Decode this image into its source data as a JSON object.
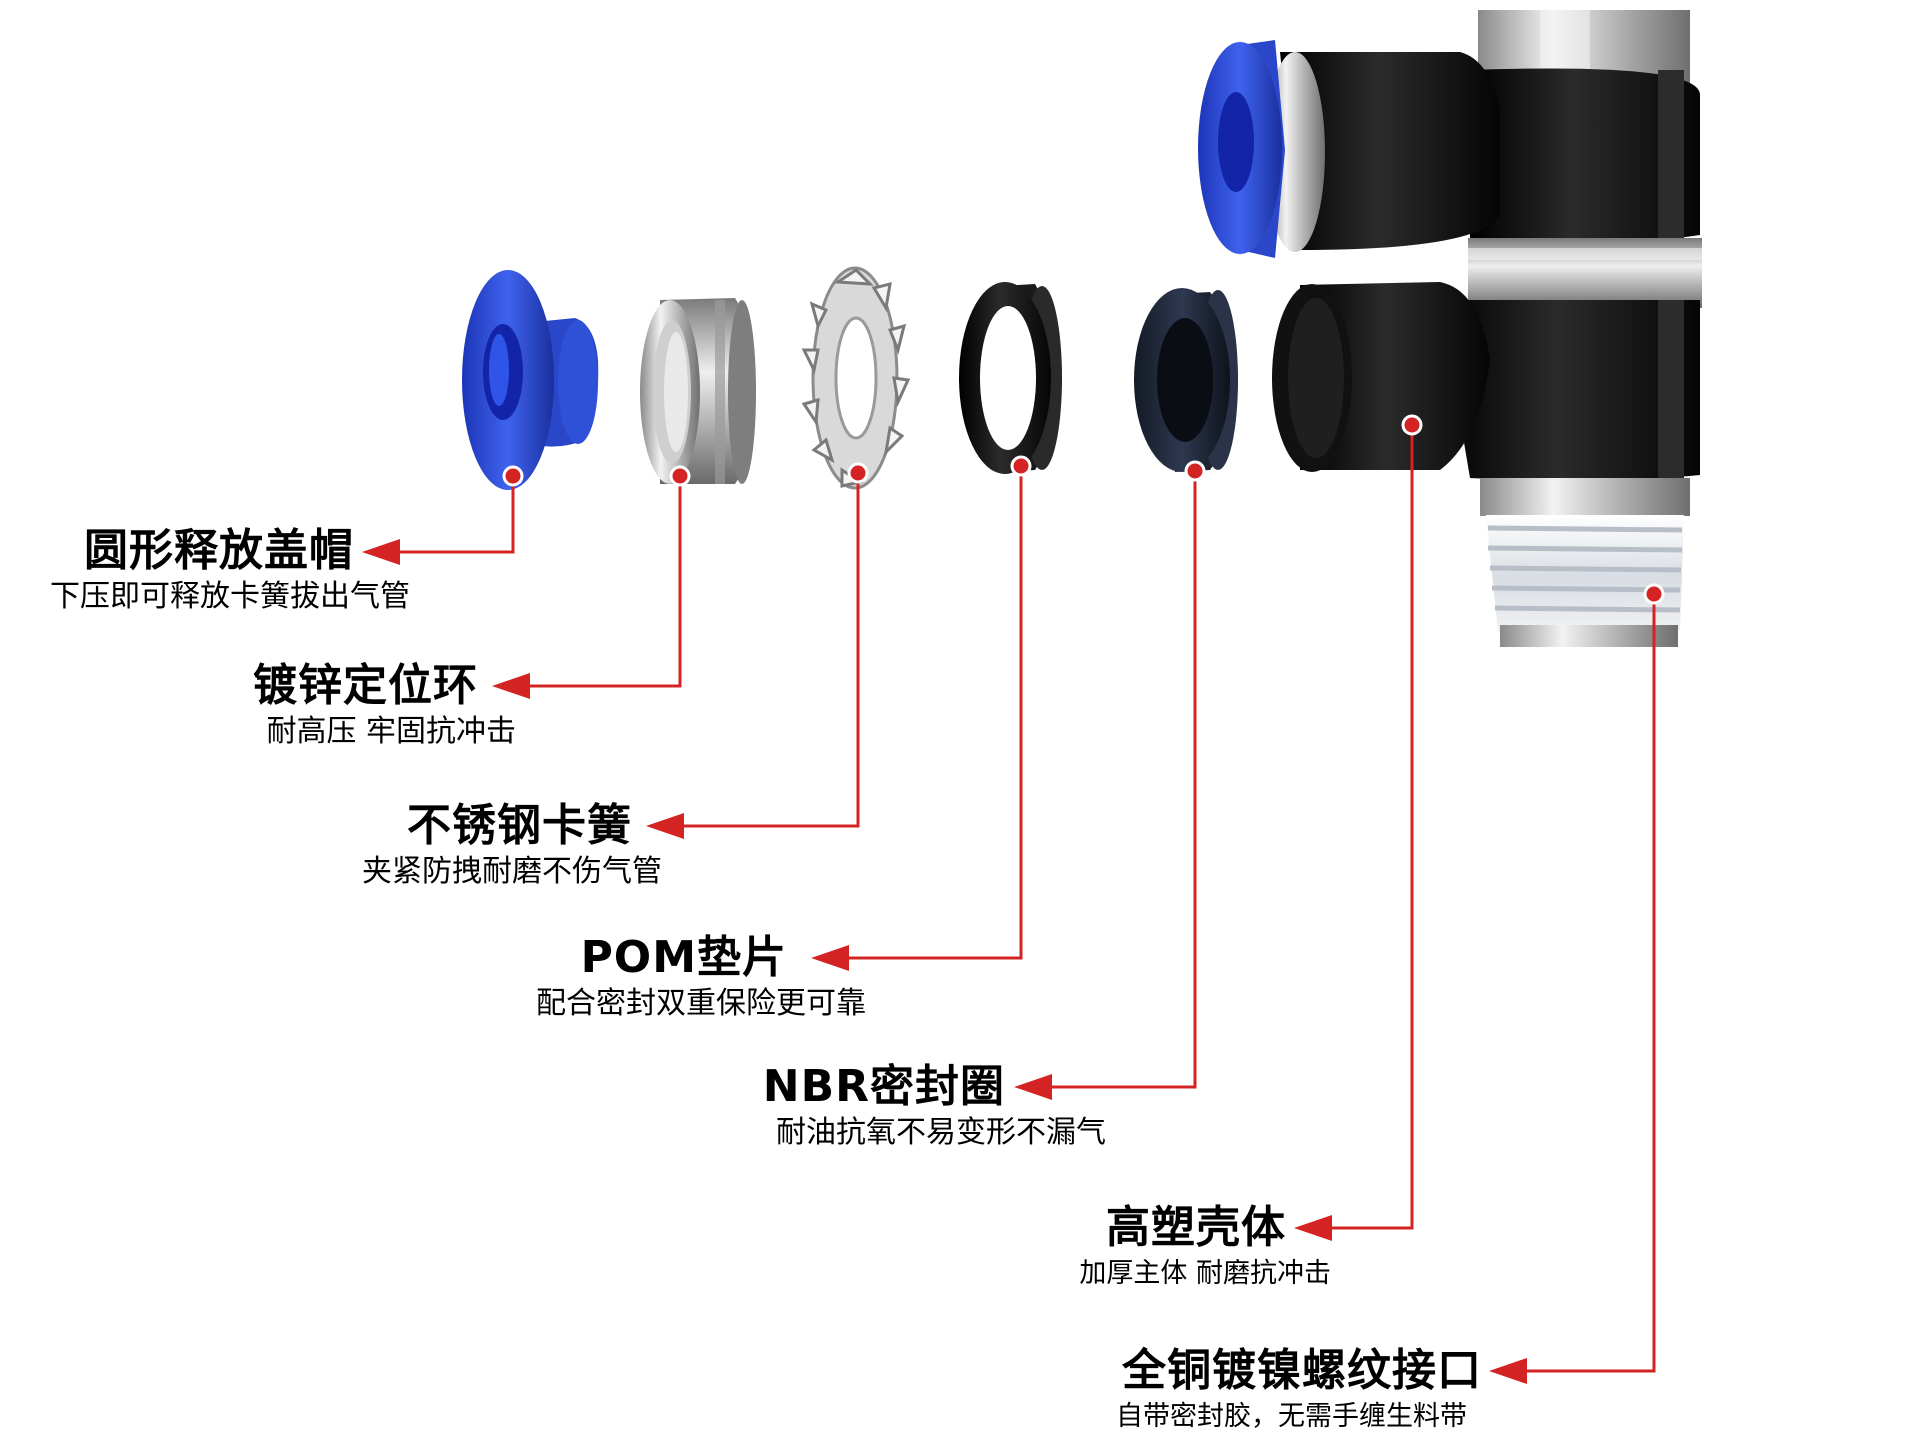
{
  "callouts": [
    {
      "title": "圆形释放盖帽",
      "desc": "下压即可释放卡簧拔出气管"
    },
    {
      "title": "镀锌定位环",
      "desc": "耐高压 牢固抗冲击"
    },
    {
      "title": "不锈钢卡簧",
      "desc": "夹紧防拽耐磨不伤气管"
    },
    {
      "title": "POM垫片",
      "desc": "配合密封双重保险更可靠"
    },
    {
      "title": "NBR密封圈",
      "desc": "耐油抗氧不易变形不漏气"
    },
    {
      "title": "高塑壳体",
      "desc": "加厚主体 耐磨抗冲击"
    },
    {
      "title": "全铜镀镍螺纹接口",
      "desc": "自带密封胶，无需手缠生料带"
    }
  ],
  "colors": {
    "leader_line": "#d42323",
    "release_cap": "#2f4fd6",
    "body": "#0b0b0b",
    "metal": "#bfbfbf"
  }
}
